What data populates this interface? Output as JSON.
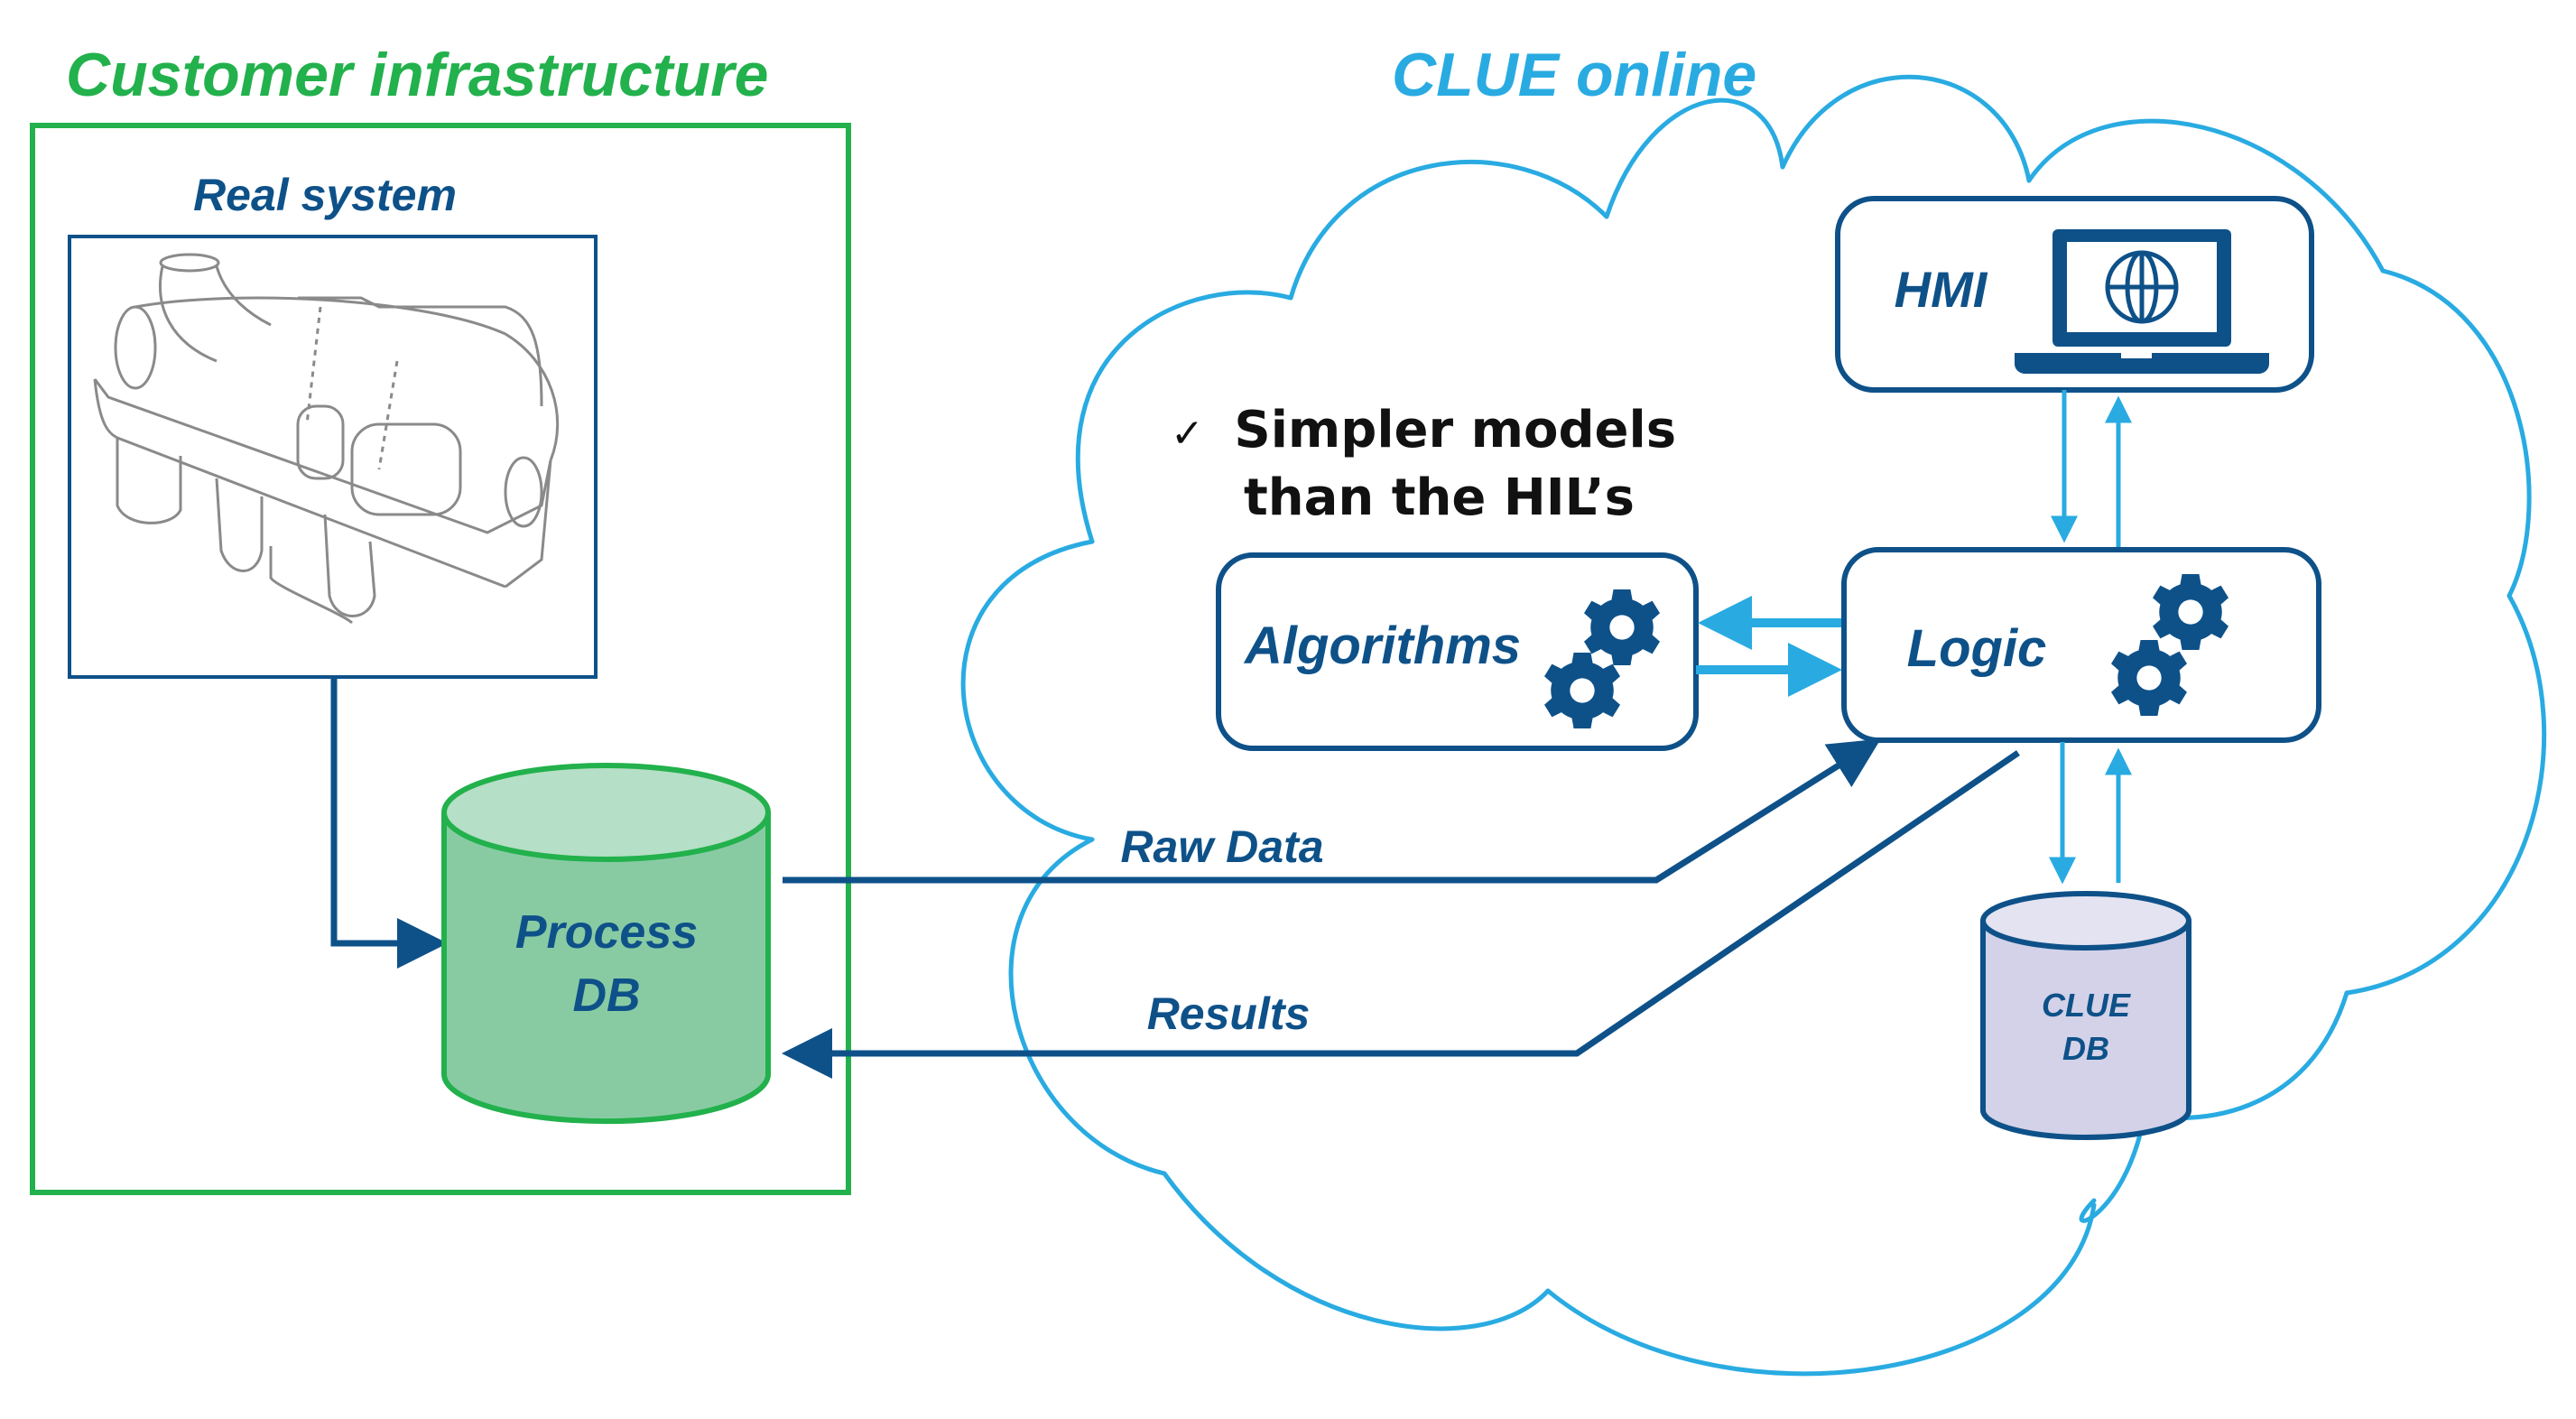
{
  "colors": {
    "green": "#22b14c",
    "cyan": "#29abe2",
    "navy": "#0e5189",
    "process_db_fill": "#88cba3",
    "process_db_top": "#b5dfc6",
    "clue_db_fill": "#d3d2e8",
    "clue_db_top": "#e3e3f1"
  },
  "customer": {
    "title": "Customer infrastructure",
    "real_system_label": "Real system",
    "real_system_image": "gas-turbine-illustration",
    "process_db": {
      "line1": "Process",
      "line2": "DB"
    }
  },
  "cloud": {
    "title": "CLUE online",
    "note": {
      "check": "✓",
      "line1": "Simpler models",
      "line2": "than the HIL’s"
    },
    "hmi": {
      "label": "HMI",
      "icon": "laptop-globe-icon"
    },
    "algorithms": {
      "label": "Algorithms",
      "icon": "gears-icon"
    },
    "logic": {
      "label": "Logic",
      "icon": "gears-icon"
    },
    "clue_db": {
      "line1": "CLUE",
      "line2": "DB"
    }
  },
  "flows": {
    "raw_data": "Raw Data",
    "results": "Results"
  }
}
